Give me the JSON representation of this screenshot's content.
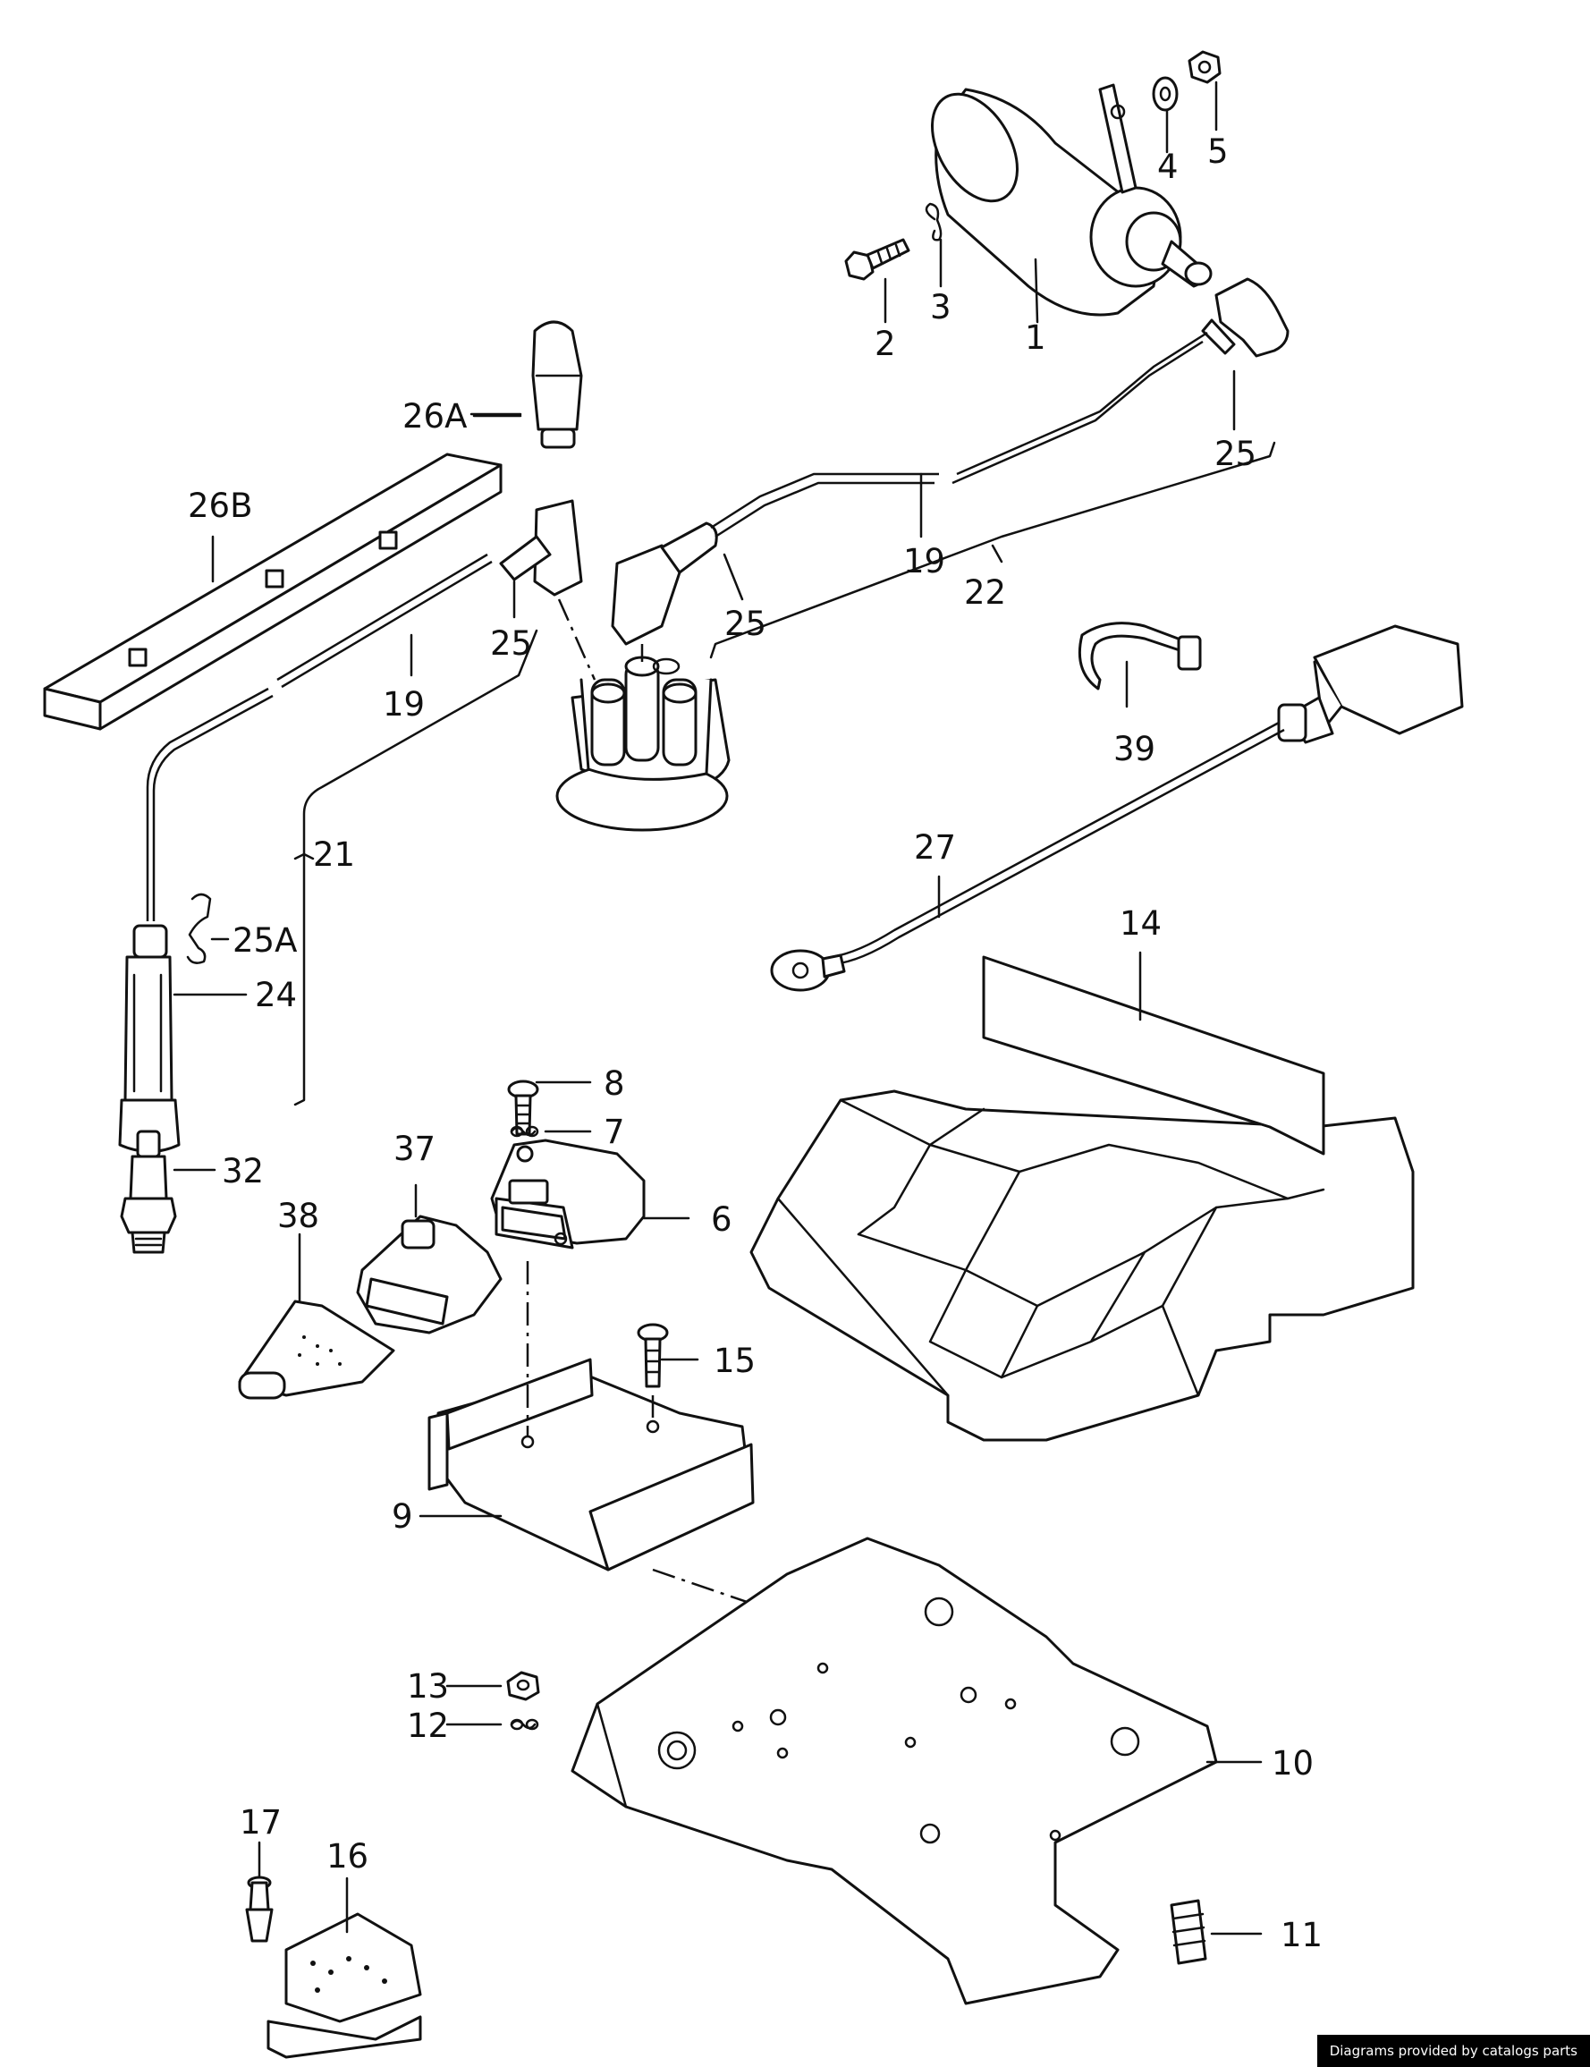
{
  "callouts": {
    "c1": "1",
    "c2": "2",
    "c3": "3",
    "c4": "4",
    "c5": "5",
    "c6": "6",
    "c7": "7",
    "c8": "8",
    "c9": "9",
    "c10": "10",
    "c11": "11",
    "c12": "12",
    "c13": "13",
    "c14": "14",
    "c15": "15",
    "c16": "16",
    "c17": "17",
    "c19a": "19",
    "c19b": "19",
    "c21": "21",
    "c22": "22",
    "c24": "24",
    "c25a": "25",
    "c25b": "25",
    "c25c": "25",
    "c25A": "25A",
    "c26A": "26A",
    "c26B": "26B",
    "c27": "27",
    "c32": "32",
    "c37": "37",
    "c38": "38",
    "c39": "39"
  },
  "credit": "Diagrams provided by catalogs parts"
}
